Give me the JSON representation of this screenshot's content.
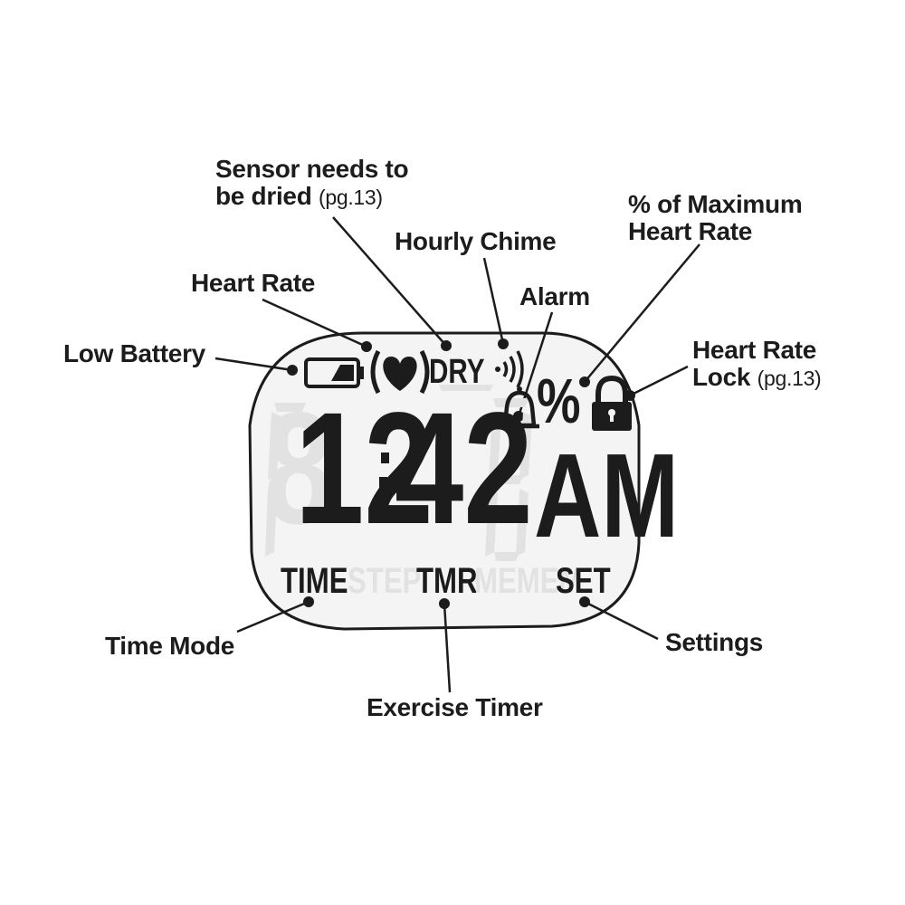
{
  "labels": {
    "sensor_dry": {
      "line1": "Sensor needs to",
      "line2": "be dried",
      "page": "(pg.13)"
    },
    "hourly_chime": "Hourly Chime",
    "pct_max_hr": {
      "line1": "% of Maximum",
      "line2": "Heart Rate"
    },
    "heart_rate": "Heart Rate",
    "alarm": "Alarm",
    "low_battery": "Low Battery",
    "hr_lock": {
      "line1": "Heart Rate",
      "line2": "Lock",
      "page": "(pg.13)"
    },
    "time_mode": "Time Mode",
    "settings": "Settings",
    "exercise_timer": "Exercise Timer"
  },
  "display": {
    "time": "12:42",
    "suffix": "AM",
    "dry": "DRY",
    "percent": "%",
    "mode_time": "TIME",
    "mode_step": "STEP",
    "mode_tmr": "TMR",
    "mode_mem": "MEMEM",
    "mode_set": "SET"
  },
  "icons": [
    "battery-icon",
    "heart-icon",
    "chime-icon",
    "bell-icon",
    "lock-icon"
  ],
  "colors": {
    "ink": "#1c1c1c",
    "lcd_background": "#f4f4f4",
    "ghost_segment": "#e2e2e2"
  }
}
